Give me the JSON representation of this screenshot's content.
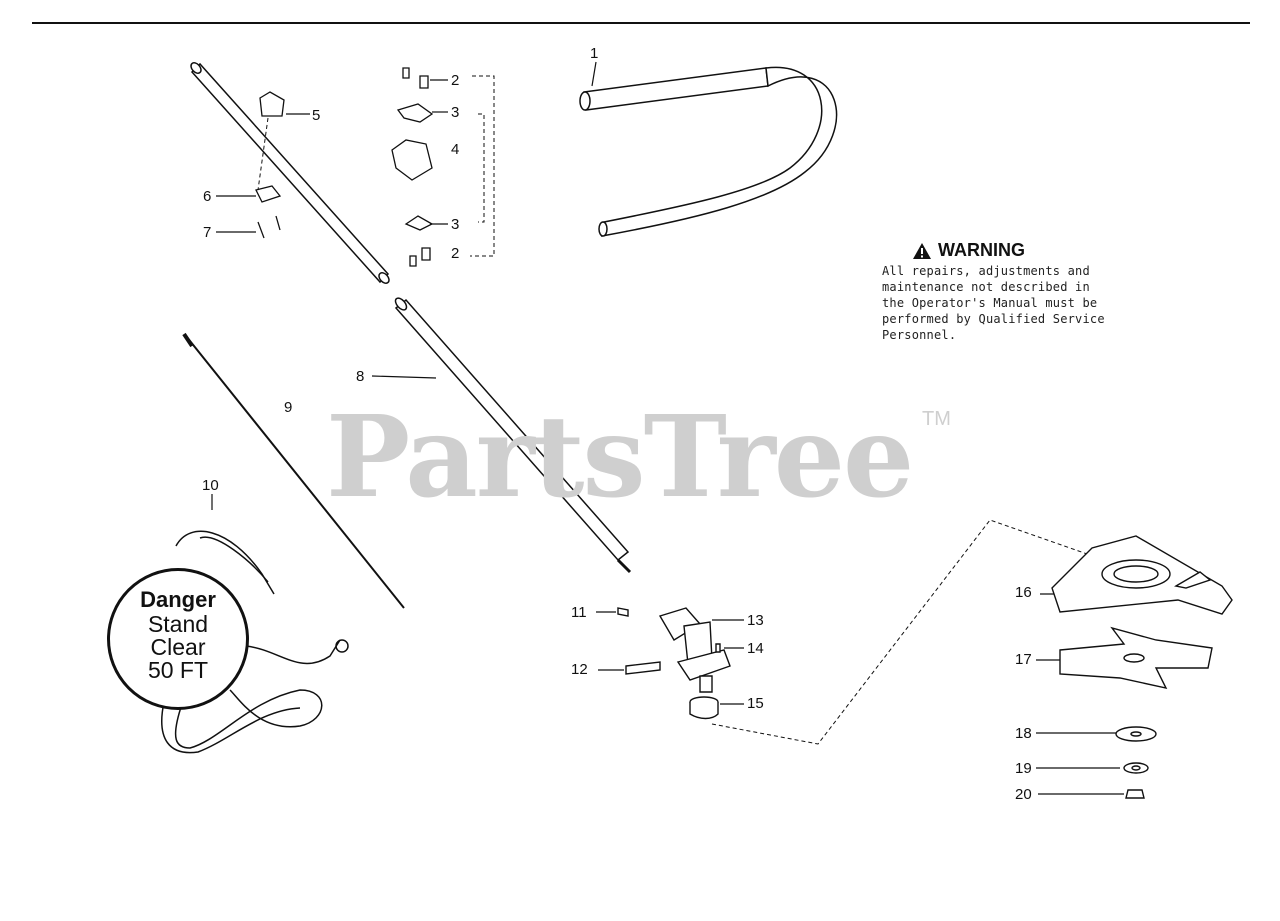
{
  "watermark": {
    "brand": "PartsTree",
    "tm": "TM"
  },
  "warning": {
    "title": "WARNING",
    "lines": [
      "All repairs, adjustments and",
      "maintenance not described in",
      "the Operator's Manual must be",
      "performed by Qualified Service",
      "Personnel."
    ]
  },
  "sign": {
    "line1": "Danger",
    "line2": "Stand",
    "line3": "Clear",
    "line4": "50 FT"
  },
  "callouts": [
    "1",
    "2",
    "3",
    "4",
    "3",
    "2",
    "5",
    "6",
    "7",
    "8",
    "9",
    "10",
    "11",
    "12",
    "13",
    "14",
    "15",
    "16",
    "17",
    "18",
    "19",
    "20"
  ]
}
